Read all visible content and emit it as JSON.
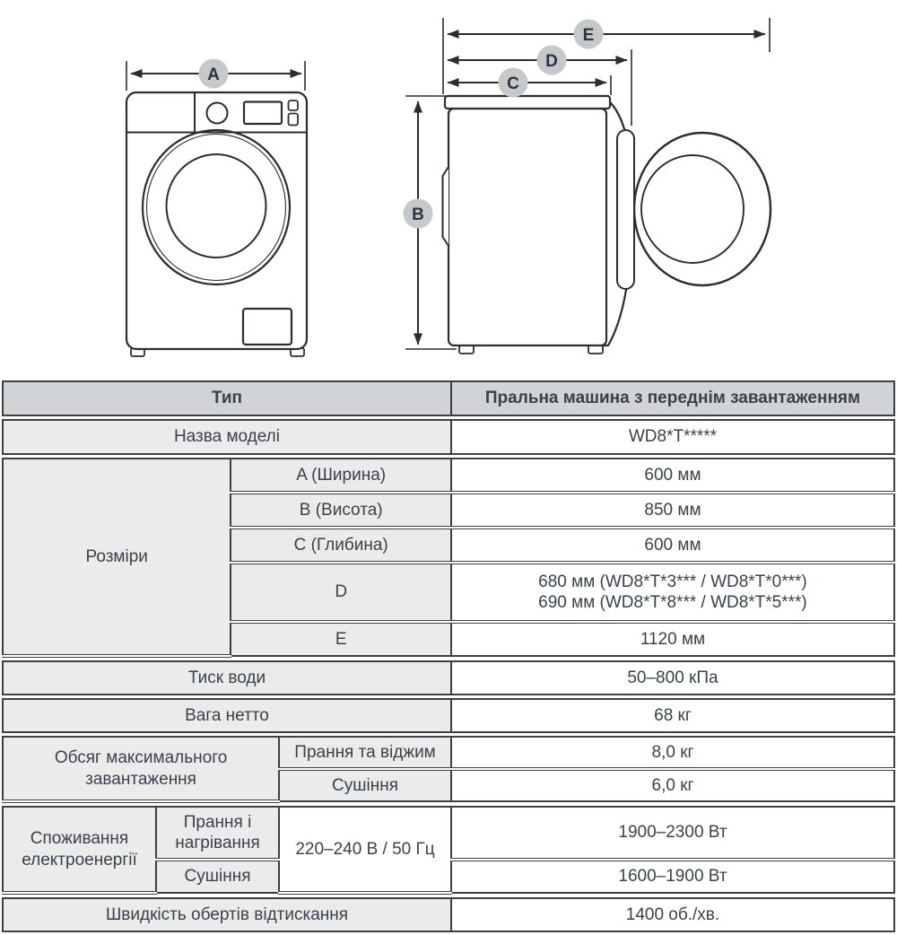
{
  "diagram": {
    "labels": {
      "a": "A",
      "b": "B",
      "c": "C",
      "d": "D",
      "e": "E"
    },
    "colors": {
      "line": "#2d2d2d",
      "label_circle_fill": "#c6c8ca",
      "label_text": "#2b3440"
    }
  },
  "colors": {
    "table_border": "#3c4043",
    "header_bg": "#d2d3d4",
    "label_bg": "#ebebec",
    "value_bg": "#ffffff",
    "text": "#3b4149"
  },
  "table": {
    "header": {
      "label": "Тип",
      "value": "Пральна машина з переднім завантаженням"
    },
    "model": {
      "label": "Назва моделі",
      "value": "WD8*T*****"
    },
    "dimensions": {
      "label": "Розміри",
      "rows": [
        {
          "label": "A (Ширина)",
          "value": "600 мм"
        },
        {
          "label": "B (Висота)",
          "value": "850 мм"
        },
        {
          "label": "C (Глибина)",
          "value": "600 мм"
        },
        {
          "label": "D",
          "value_lines": [
            "680 мм (WD8*T*3*** / WD8*T*0***)",
            "690 мм (WD8*T*8*** / WD8*T*5***)"
          ]
        },
        {
          "label": "E",
          "value": "1120 мм"
        }
      ]
    },
    "water_pressure": {
      "label": "Тиск води",
      "value": "50–800 кПа"
    },
    "net_weight": {
      "label": "Вага нетто",
      "value": "68 кг"
    },
    "max_load": {
      "label": "Обсяг максимального завантаження",
      "rows": [
        {
          "label": "Прання та віджим",
          "value": "8,0 кг"
        },
        {
          "label": "Сушіння",
          "value": "6,0 кг"
        }
      ]
    },
    "power": {
      "label": "Споживання електроенергії",
      "voltage": "220–240 В / 50 Гц",
      "rows": [
        {
          "label": "Прання і нагрівання",
          "value": "1900–2300 Вт"
        },
        {
          "label": "Сушіння",
          "value": "1600–1900 Вт"
        }
      ]
    },
    "spin_speed": {
      "label": "Швидкість обертів відтискання",
      "value": "1400 об./хв."
    }
  }
}
